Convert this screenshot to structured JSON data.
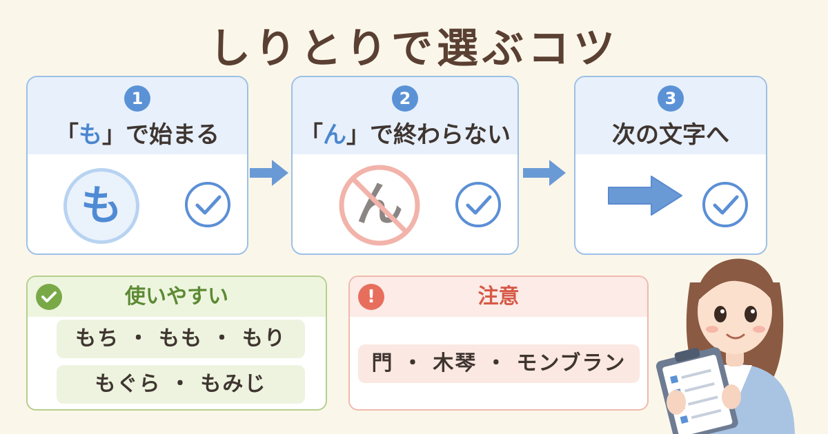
{
  "title": "しりとりで選ぶコツ",
  "steps": [
    {
      "num": "1",
      "prefix": "「",
      "highlight": "も",
      "suffix": "」で始まる",
      "illustration_char": "も"
    },
    {
      "num": "2",
      "prefix": "「",
      "highlight": "ん",
      "suffix": "」で終わらない",
      "illustration_char": "ん"
    },
    {
      "num": "3",
      "label": "次の文字へ"
    }
  ],
  "good": {
    "title": "使いやすい",
    "icon": "check-icon",
    "rows": [
      "もち ・ もも ・ もり",
      "もぐら ・ もみじ"
    ]
  },
  "warn": {
    "title": "注意",
    "icon": "exclamation-icon",
    "icon_glyph": "!",
    "rows": [
      "門 ・ 木琴 ・ モンブラン"
    ]
  },
  "colors": {
    "accent_blue": "#5b92d6",
    "good_green": "#79a947",
    "warn_red": "#e76e5d",
    "background": "#fbf6ea"
  }
}
